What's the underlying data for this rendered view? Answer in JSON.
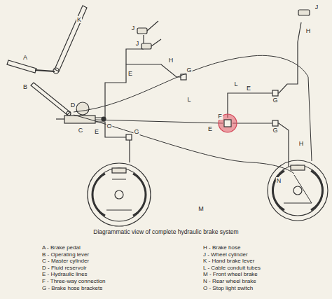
{
  "diagram": {
    "caption": "Diagrammatic view of complete hydraulic brake system",
    "labels": [
      "K",
      "A",
      "B",
      "J",
      "J",
      "H",
      "G",
      "E",
      "D",
      "C",
      "O",
      "L",
      "L",
      "J",
      "H",
      "E",
      "G",
      "F",
      "E",
      "G",
      "H",
      "E",
      "G",
      "M",
      "N",
      "A - Brake pedal",
      "B - Operating lever",
      "C - Master cylinder",
      "D - Fluid reservoir",
      "E - Hydraulic lines",
      "F - Three-way connection",
      "G - Brake hose brackets",
      "H - Brake hose",
      "J - Wheel cylinder",
      "K - Hand brake lever",
      "L - Cable conduit tubes",
      "M - Front wheel brake",
      "N - Rear wheel brake",
      "O - Stop light switch"
    ]
  }
}
